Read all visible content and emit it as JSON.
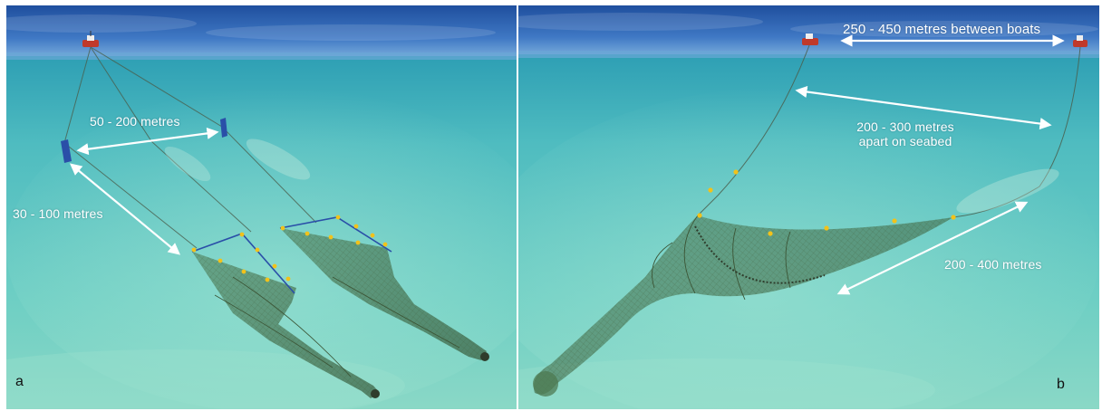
{
  "panels": {
    "a": {
      "letter": "a",
      "labels": {
        "door_spacing": "50 - 200 metres",
        "sweep_length": "30 - 100 metres"
      }
    },
    "b": {
      "letter": "b",
      "labels": {
        "boat_spacing": "250 - 450 metres between boats",
        "seabed_line1": "200 - 300 metres",
        "seabed_line2": "apart on seabed",
        "sweep_length": "200 - 400 metres"
      }
    }
  },
  "colors": {
    "sky": "#2d63b0",
    "water_top": "#48b8bd",
    "water_bottom": "#7fd6c4",
    "net": "#5d7a4a",
    "float": "#f2c21a",
    "annotation": "#ffffff",
    "boat": "#c0392b",
    "door": "#2a4fa8"
  }
}
